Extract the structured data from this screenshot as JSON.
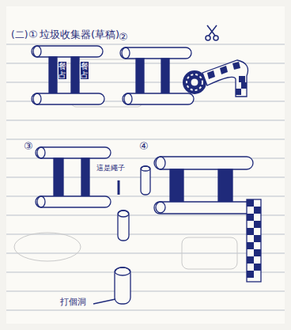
{
  "diagram": {
    "title": "垃圾收集器(草稿)",
    "labels": [
      "(二)",
      "①",
      "餐占",
      "餐占",
      "②",
      "③",
      "這是繩子",
      "打個洞",
      "④"
    ]
  }
}
